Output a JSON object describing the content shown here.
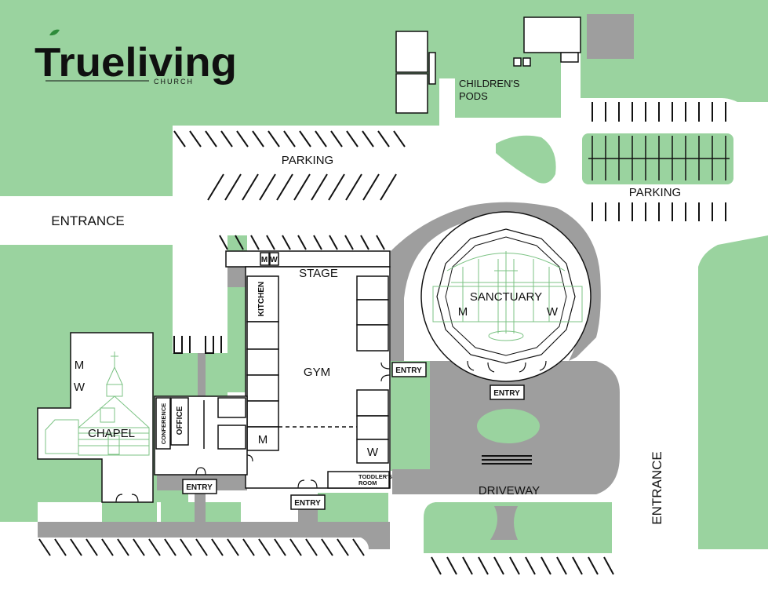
{
  "brand": {
    "name": "Trueliving",
    "sub": "CHURCH"
  },
  "colors": {
    "green": "#9ad39f",
    "dark_green": "#2e8b3a",
    "gray": "#9e9e9e",
    "logo_dark": "#101010",
    "line_green": "#7cc384"
  },
  "areas": {
    "parking_top": "PARKING",
    "parking_right": "PARKING",
    "entrance_left": "ENTRANCE",
    "entrance_right": "ENTRANCE",
    "driveway": "DRIVEWAY",
    "childrens_pods_1": "CHILDREN'S",
    "childrens_pods_2": "PODS"
  },
  "rooms": {
    "stage": "STAGE",
    "gym": "GYM",
    "kitchen": "KITCHEN",
    "sanctuary": "SANCTUARY",
    "chapel": "CHAPEL",
    "conference": "CONFERENCE",
    "office": "OFFICE",
    "toddlers_room_1": "TODDLER'S",
    "toddlers_room_2": "ROOM"
  },
  "restrooms": {
    "m": "M",
    "w": "W"
  },
  "entries": {
    "label": "ENTRY"
  },
  "icons": [
    "leaf-icon",
    "cross-icon",
    "chapel-illustration",
    "sanctuary-illustration"
  ]
}
